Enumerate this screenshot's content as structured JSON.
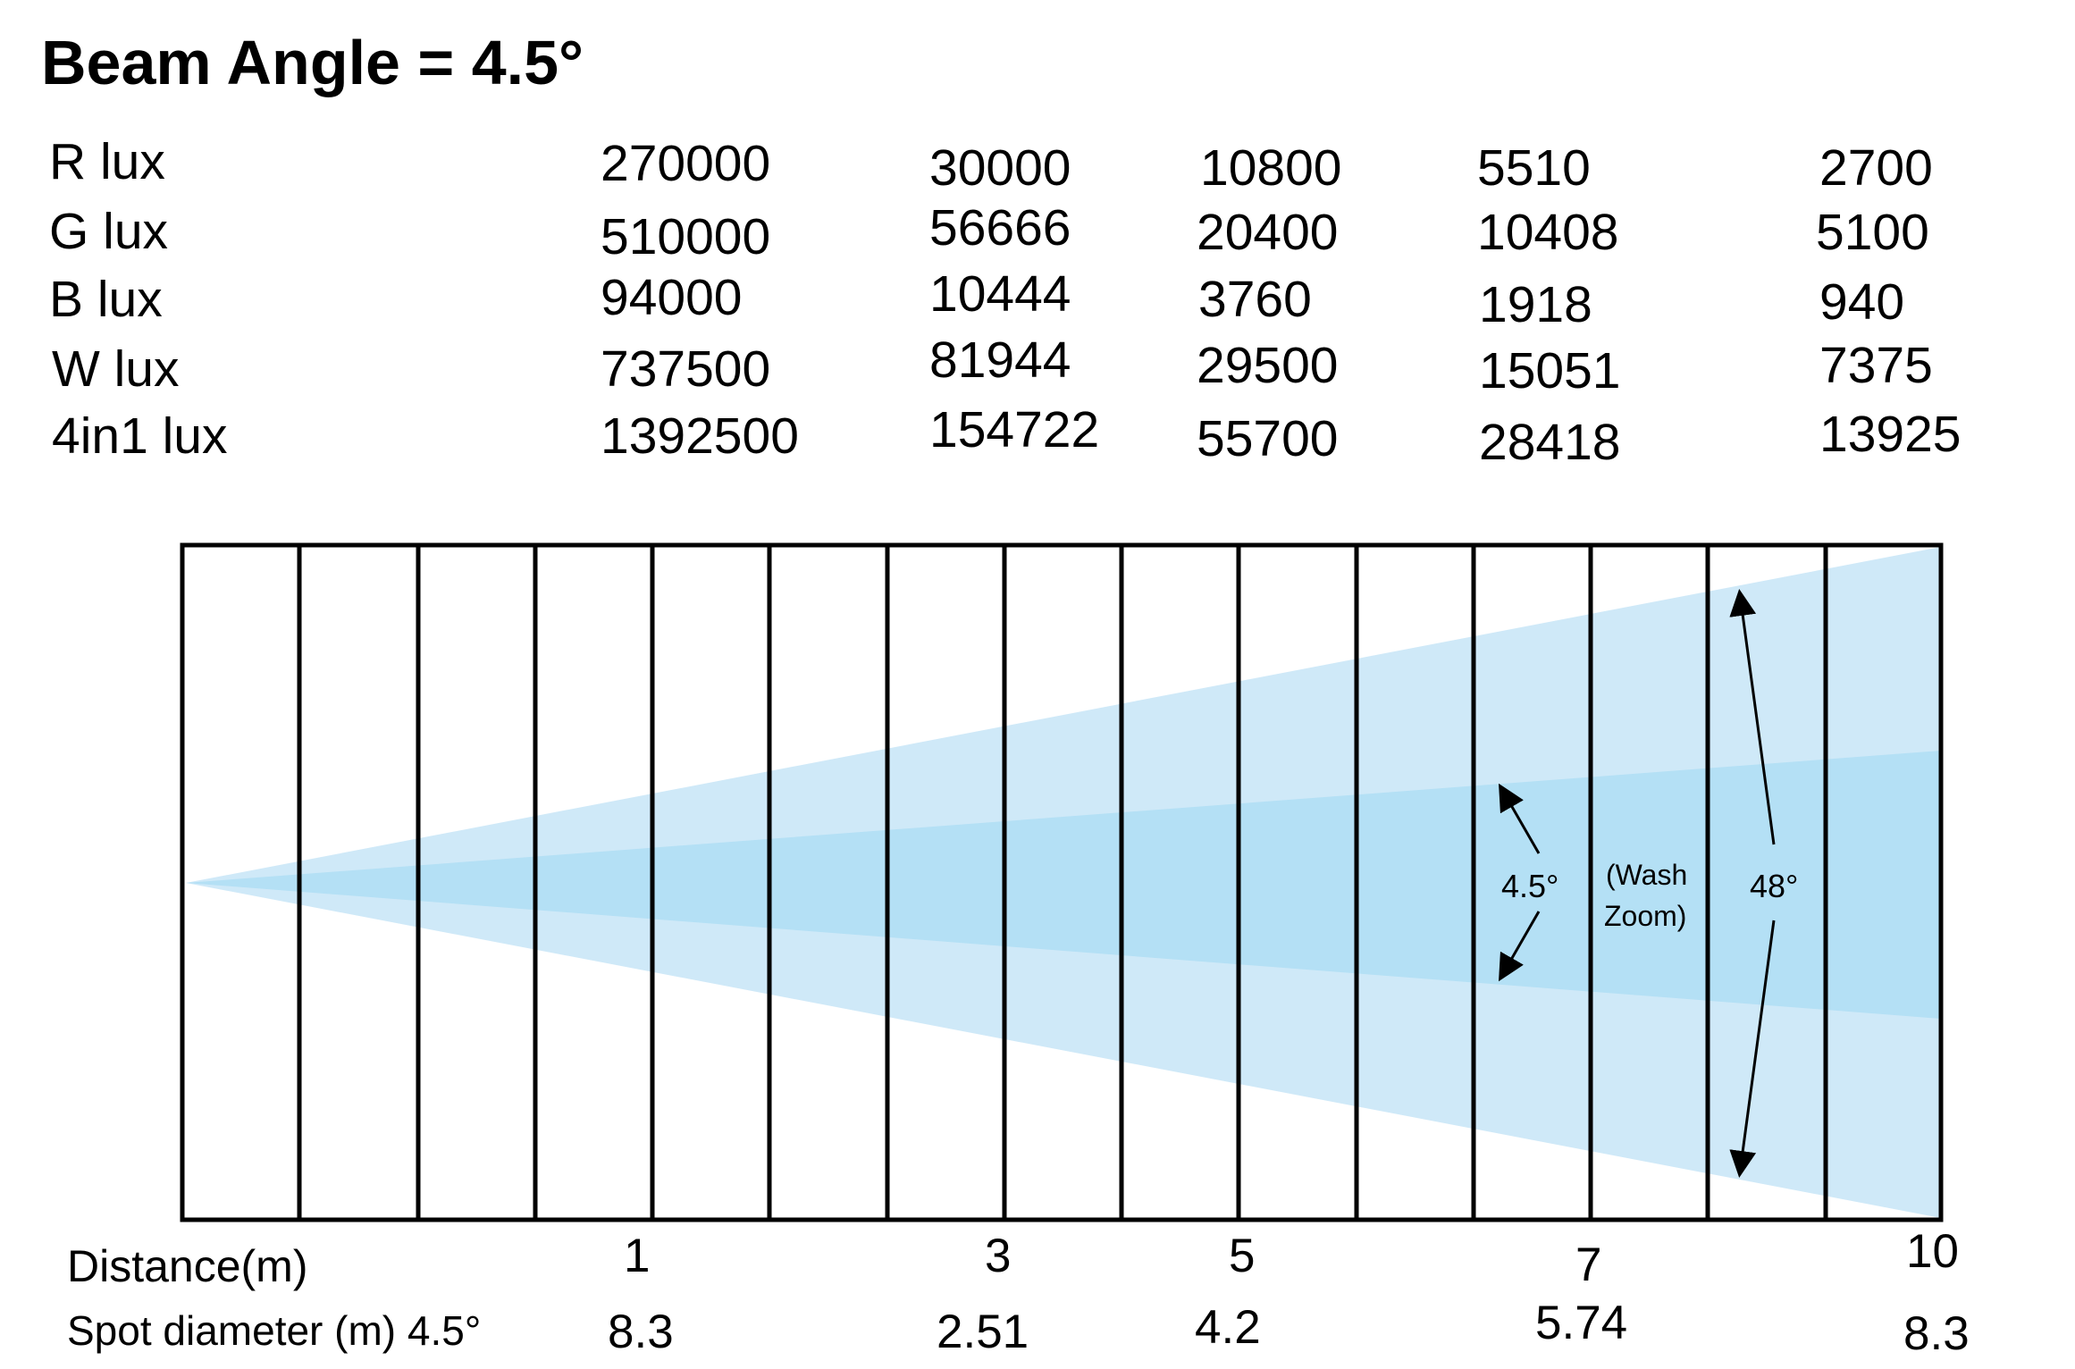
{
  "title": "Beam Angle = 4.5°",
  "lux_table": {
    "rows": [
      {
        "label": "R lux",
        "values": [
          "270000",
          "30000",
          "10800",
          "5510",
          "2700"
        ]
      },
      {
        "label": "G lux",
        "values": [
          "510000",
          "56666",
          "20400",
          "10408",
          "5100"
        ]
      },
      {
        "label": "B lux",
        "values": [
          "94000",
          "10444",
          "3760",
          "1918",
          "940"
        ]
      },
      {
        "label": "W lux",
        "values": [
          "737500",
          "81944",
          "29500",
          "15051",
          "7375"
        ]
      },
      {
        "label": "4in1 lux",
        "values": [
          "1392500",
          "154722",
          "55700",
          "28418",
          "13925"
        ]
      }
    ]
  },
  "diagram": {
    "grid_columns": 15,
    "beam_colors": {
      "outer": "#cfe9f8",
      "inner": "#b4e0f5",
      "outline": "#000000"
    },
    "spot_angle_label": "4.5°",
    "wash_label_line1": "(Wash",
    "wash_label_line2": "Zoom)",
    "wash_angle_label": "48°"
  },
  "distance_row": {
    "label": "Distance(m)",
    "values": [
      "1",
      "3",
      "5",
      "7",
      "10"
    ]
  },
  "diameter_row": {
    "label": "Spot diameter (m) 4.5°",
    "values": [
      "8.3",
      "2.51",
      "4.2",
      "5.74",
      "8.3"
    ]
  }
}
